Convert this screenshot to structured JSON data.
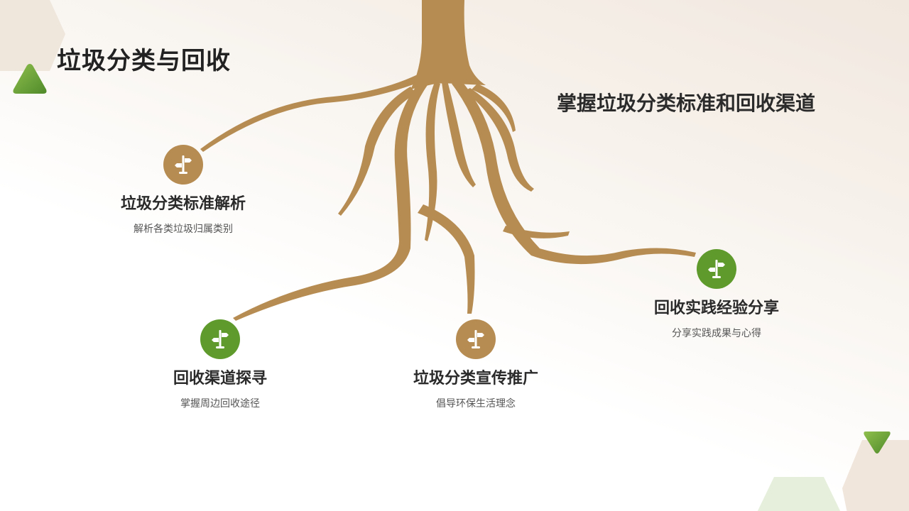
{
  "page": {
    "title": "垃圾分类与回收",
    "subtitle": "掌握垃圾分类标准和回收渠道"
  },
  "colors": {
    "root": "#b68c52",
    "brown_icon": "#b68c52",
    "green_icon": "#5e9a2c",
    "text_dark": "#222222",
    "text_muted": "#555555"
  },
  "nodes": [
    {
      "title": "垃圾分类标准解析",
      "desc": "解析各类垃圾归属类别",
      "icon": "signpost-icon",
      "color": "brown"
    },
    {
      "title": "回收渠道探寻",
      "desc": "掌握周边回收途径",
      "icon": "signpost-icon",
      "color": "green"
    },
    {
      "title": "垃圾分类宣传推广",
      "desc": "倡导环保生活理念",
      "icon": "signpost-icon",
      "color": "brown"
    },
    {
      "title": "回收实践经验分享",
      "desc": "分享实践成果与心得",
      "icon": "signpost-icon",
      "color": "green"
    }
  ]
}
